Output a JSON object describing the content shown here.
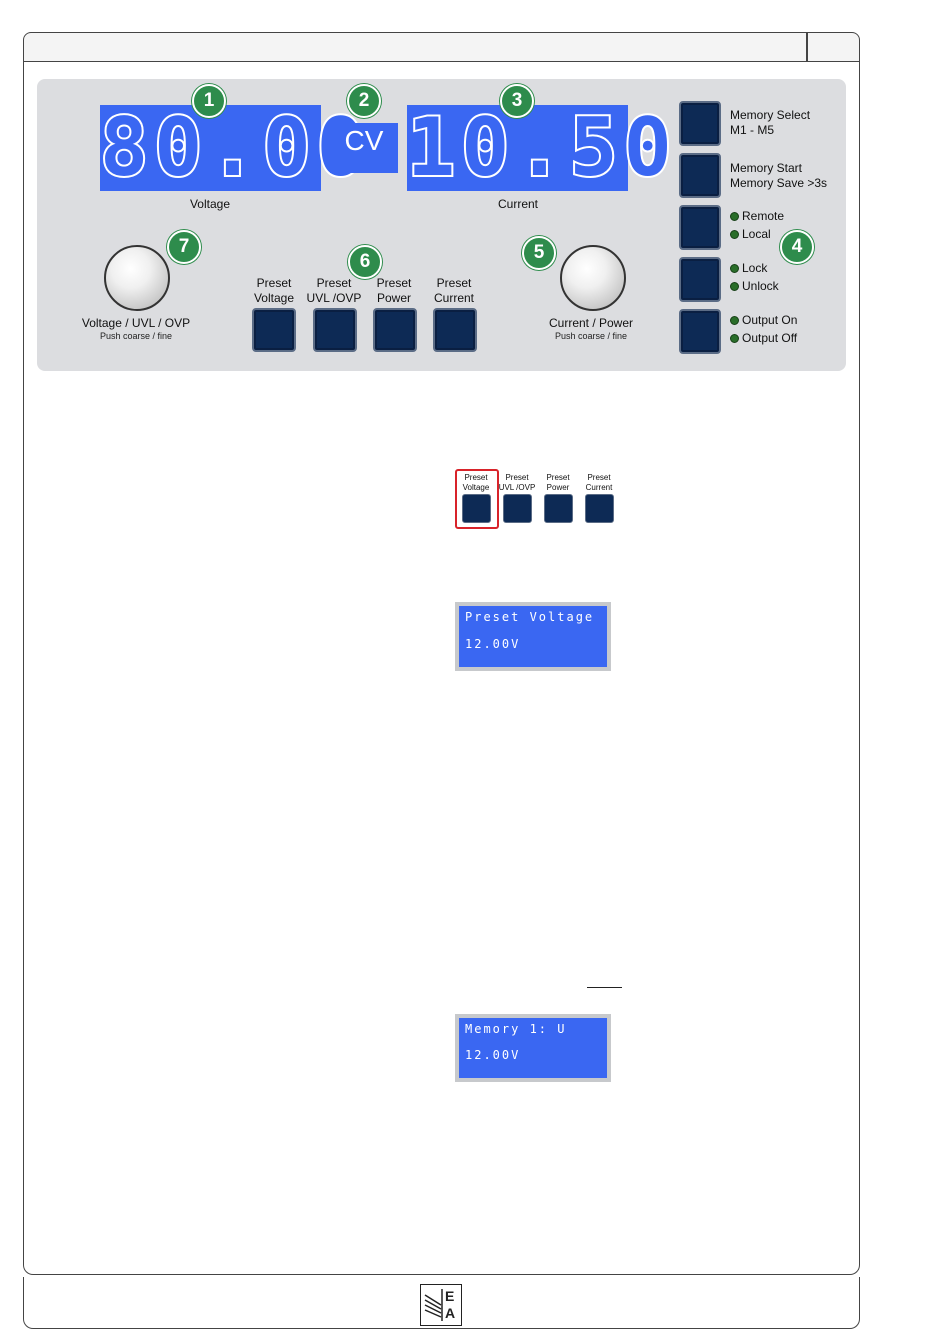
{
  "panel": {
    "voltage_display": "80.00",
    "mode_display": "CV",
    "current_display": "10.50",
    "voltage_label": "Voltage",
    "current_label": "Current",
    "badges": [
      "1",
      "2",
      "3",
      "4",
      "5",
      "6",
      "7"
    ],
    "memory_select": [
      "Memory Select",
      "M1 - M5"
    ],
    "memory_start": [
      "Memory Start",
      "Memory Save >3s"
    ],
    "remote": "Remote",
    "local": "Local",
    "lock": "Lock",
    "unlock": "Unlock",
    "output_on": "Output On",
    "output_off": "Output Off",
    "preset_buttons": [
      {
        "line1": "Preset",
        "line2": "Voltage"
      },
      {
        "line1": "Preset",
        "line2": "UVL /OVP"
      },
      {
        "line1": "Preset",
        "line2": "Power"
      },
      {
        "line1": "Preset",
        "line2": "Current"
      }
    ],
    "left_knob_label": "Voltage / UVL / OVP",
    "left_knob_sub": "Push coarse / fine",
    "right_knob_label": "Current / Power",
    "right_knob_sub": "Push coarse / fine",
    "led_color": "#2a6e2a",
    "display_color": "#3a67f2"
  },
  "mini_presets": [
    {
      "line1": "Preset",
      "line2": "Voltage"
    },
    {
      "line1": "Preset",
      "line2": "UVL /OVP"
    },
    {
      "line1": "Preset",
      "line2": "Power"
    },
    {
      "line1": "Preset",
      "line2": "Current"
    }
  ],
  "highlight_color": "#d8232a",
  "lcd1": {
    "line1": "Preset Voltage",
    "line2": "12.00V"
  },
  "lcd2": {
    "line1": "Memory 1: U",
    "line2": "12.00V"
  },
  "logo": {
    "icon": "ea-logo-icon",
    "letter_top": "E",
    "letter_bottom": "A"
  }
}
